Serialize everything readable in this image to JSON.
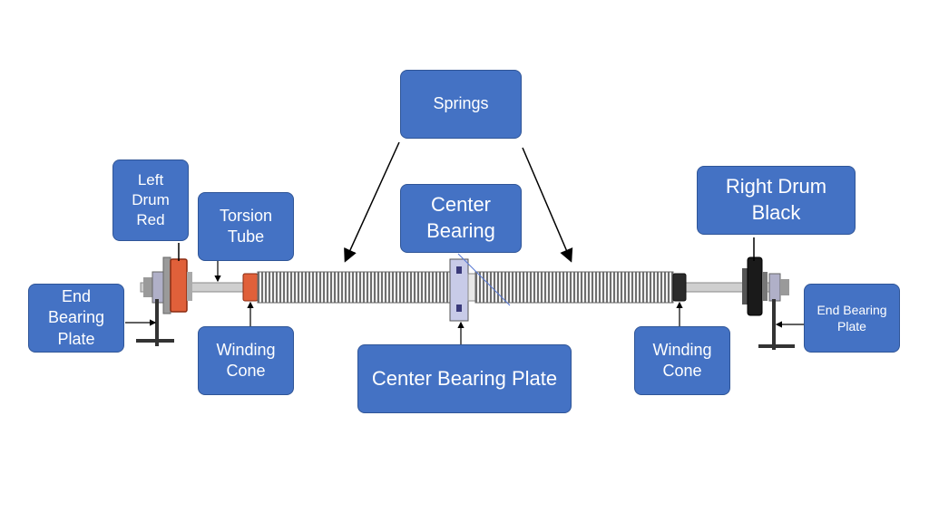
{
  "colors": {
    "box_fill": "#4472c4",
    "box_border": "#2f5597",
    "box_text": "#ffffff",
    "drum_left": "#e0603a",
    "drum_right": "#1a1a1a",
    "cone_left": "#e0603a",
    "spring": "#7a7a7a",
    "bearing": "#b8bee0"
  },
  "labels": {
    "springs": "Springs",
    "left_drum": "Left\nDrum\nRed",
    "torsion_tube": "Torsion\nTube",
    "center_bearing": "Center\nBearing",
    "right_drum": "Right Drum\nBlack",
    "end_bearing_left": "End\nBearing\nPlate",
    "end_bearing_right": "End Bearing\nPlate",
    "winding_cone_left": "Winding\nCone",
    "winding_cone_right": "Winding\nCone",
    "center_bearing_plate": "Center Bearing Plate"
  }
}
